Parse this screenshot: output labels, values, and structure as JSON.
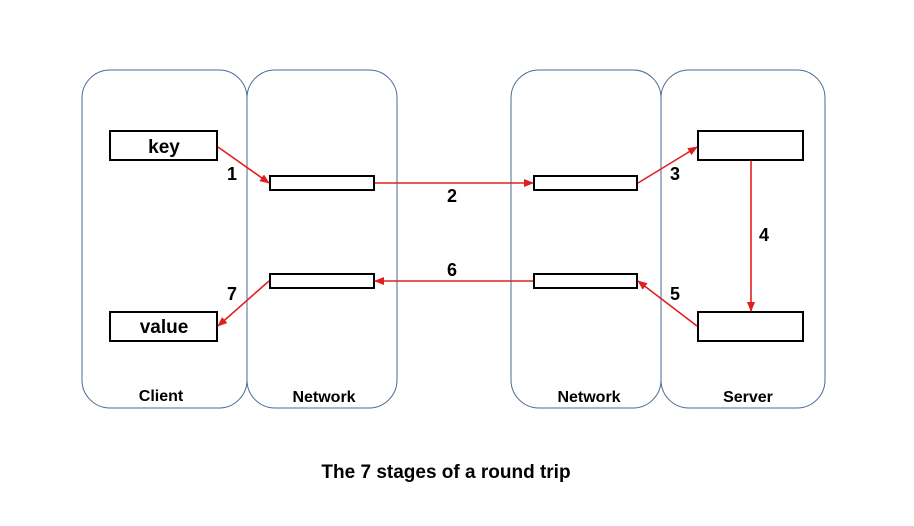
{
  "lanes": {
    "client": "Client",
    "network_left": "Network",
    "network_right": "Network",
    "server": "Server"
  },
  "boxes": {
    "key": "key",
    "value": "value"
  },
  "steps": {
    "s1": "1",
    "s2": "2",
    "s3": "3",
    "s4": "4",
    "s5": "5",
    "s6": "6",
    "s7": "7"
  },
  "caption": "The 7 stages of a round trip",
  "colors": {
    "arrow": "#e02020",
    "lane_border": "#4a6a96",
    "box_border": "#000000"
  }
}
